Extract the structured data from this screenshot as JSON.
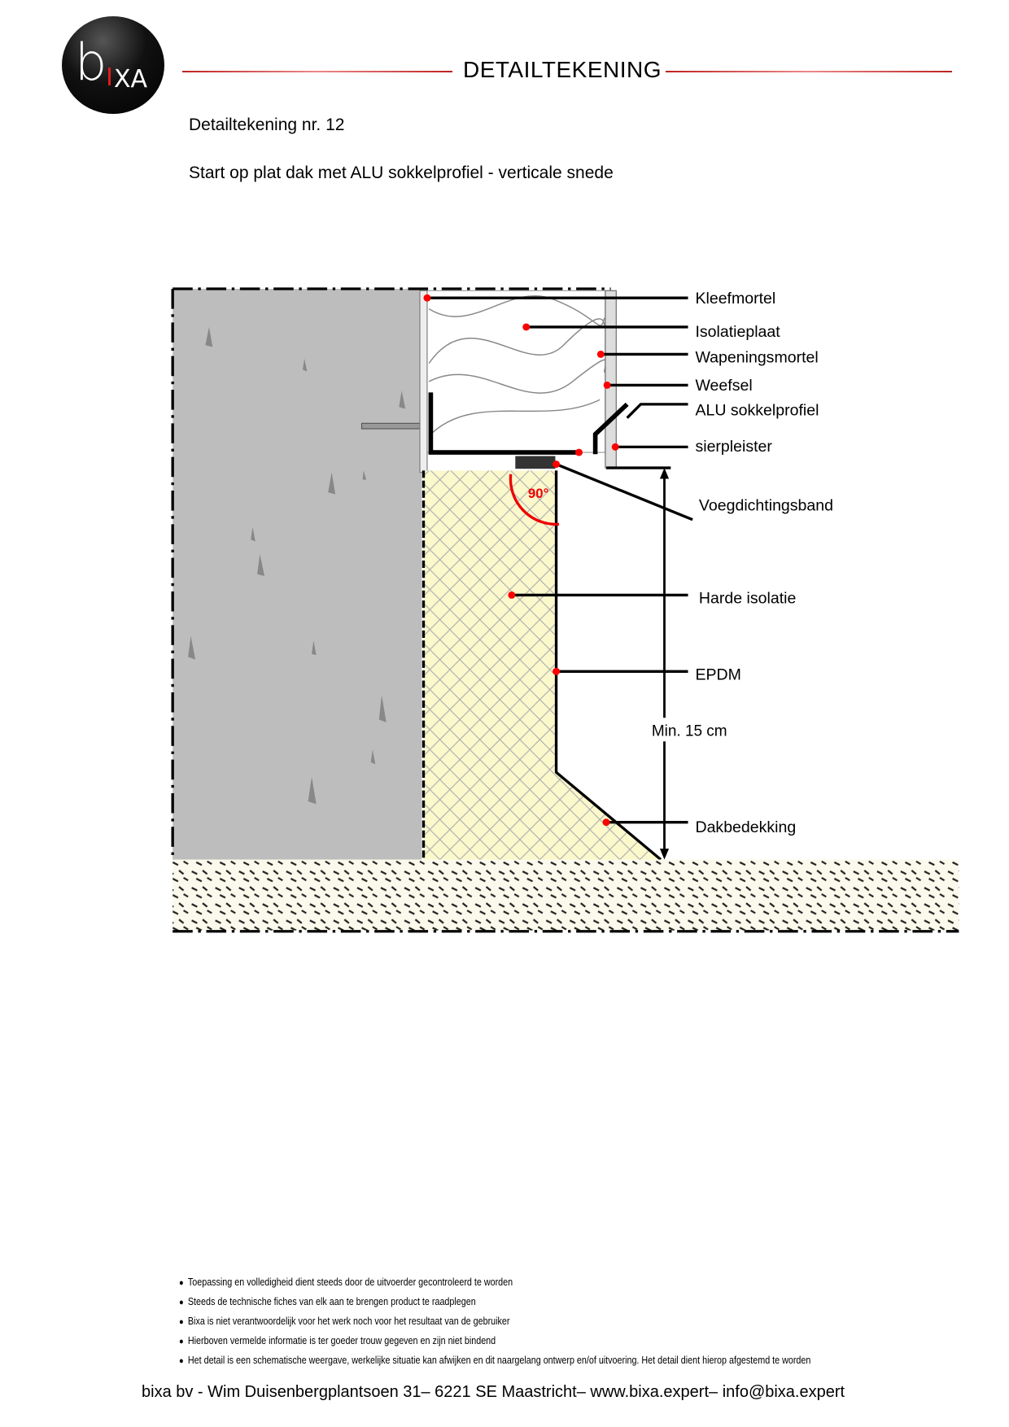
{
  "header": {
    "logo_text": "bixa",
    "title": "DETAILTEKENING",
    "drawing_number": "Detailtekening nr. 12",
    "description": "Start op plat dak met ALU sokkelprofiel - verticale snede"
  },
  "drawing": {
    "angle_label": "90°",
    "dimension_label": "Min. 15 cm",
    "labels": {
      "kleefmortel": "Kleefmortel",
      "isolatieplaat": "Isolatieplaat",
      "wapeningsmortel": "Wapeningsmortel",
      "weefsel": "Weefsel",
      "alu_sokkelprofiel": "ALU sokkelprofiel",
      "sierpleister": "sierpleister",
      "voegdichtingsband": "Voegdichtingsband",
      "harde_isolatie": "Harde isolatie",
      "epdm": "EPDM",
      "dakbedekking": "Dakbedekking"
    },
    "colors": {
      "marker": "#ff0000",
      "concrete": "#bdbdbd",
      "hard_insulation": "#fbf8cc",
      "ground": "#fbf9ec"
    }
  },
  "notes": [
    "Toepassing en volledigheid dient steeds door de uitvoerder gecontroleerd te worden",
    "Steeds de technische fiches van elk  aan te brengen product te raadplegen",
    "Bixa is niet verantwoordelijk voor  het werk noch voor het resultaat van de gebruiker",
    "Hierboven  vermelde informatie is ter goeder trouw gegeven  en zijn niet bindend",
    "Het detail is een schematische weergave, werkelijke situatie kan afwijken en dit naargelang ontwerp en/of uitvoering. Het detail dient hierop afgestemd te worden"
  ],
  "footer": "bixa bv - Wim Duisenbergplantsoen 31– 6221 SE Maastricht– www.bixa.expert– info@bixa.expert"
}
